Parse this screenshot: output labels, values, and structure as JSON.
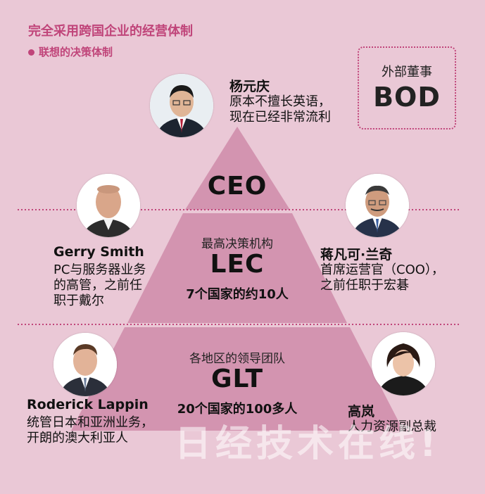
{
  "title": "完全采用跨国企业的经营体制",
  "subtitle": "联想的决策体制",
  "bod": {
    "label": "外部董事",
    "abbr": "BOD"
  },
  "pyramid": {
    "ceo": {
      "abbr": "CEO"
    },
    "lec": {
      "label": "最高决策机构",
      "abbr": "LEC",
      "note": "7个国家的约10人"
    },
    "glt": {
      "label": "各地区的领导团队",
      "abbr": "GLT",
      "note": "20个国家的100多人"
    }
  },
  "people": {
    "yang": {
      "name": "杨元庆",
      "desc": [
        "原本不擅长英语，",
        "现在已经非常流利"
      ]
    },
    "gerry": {
      "name": "Gerry Smith",
      "desc": [
        "PC与服务器业务",
        "的高管，之前任",
        "职于戴尔"
      ]
    },
    "jiang": {
      "name": "蒋凡可·兰奇",
      "desc": [
        "首席运营官（COO），",
        "之前任职于宏碁"
      ]
    },
    "roderick": {
      "name": "Roderick Lappin",
      "desc": [
        "统管日本和亚洲业务，",
        "开朗的澳大利亚人"
      ]
    },
    "gao": {
      "name": "高岚",
      "desc": [
        "人力资源副总裁"
      ]
    }
  },
  "watermark": "日经技术在线!",
  "colors": {
    "background": "#eac8d6",
    "pyramid": "#d394b0",
    "accent": "#c0457a"
  }
}
